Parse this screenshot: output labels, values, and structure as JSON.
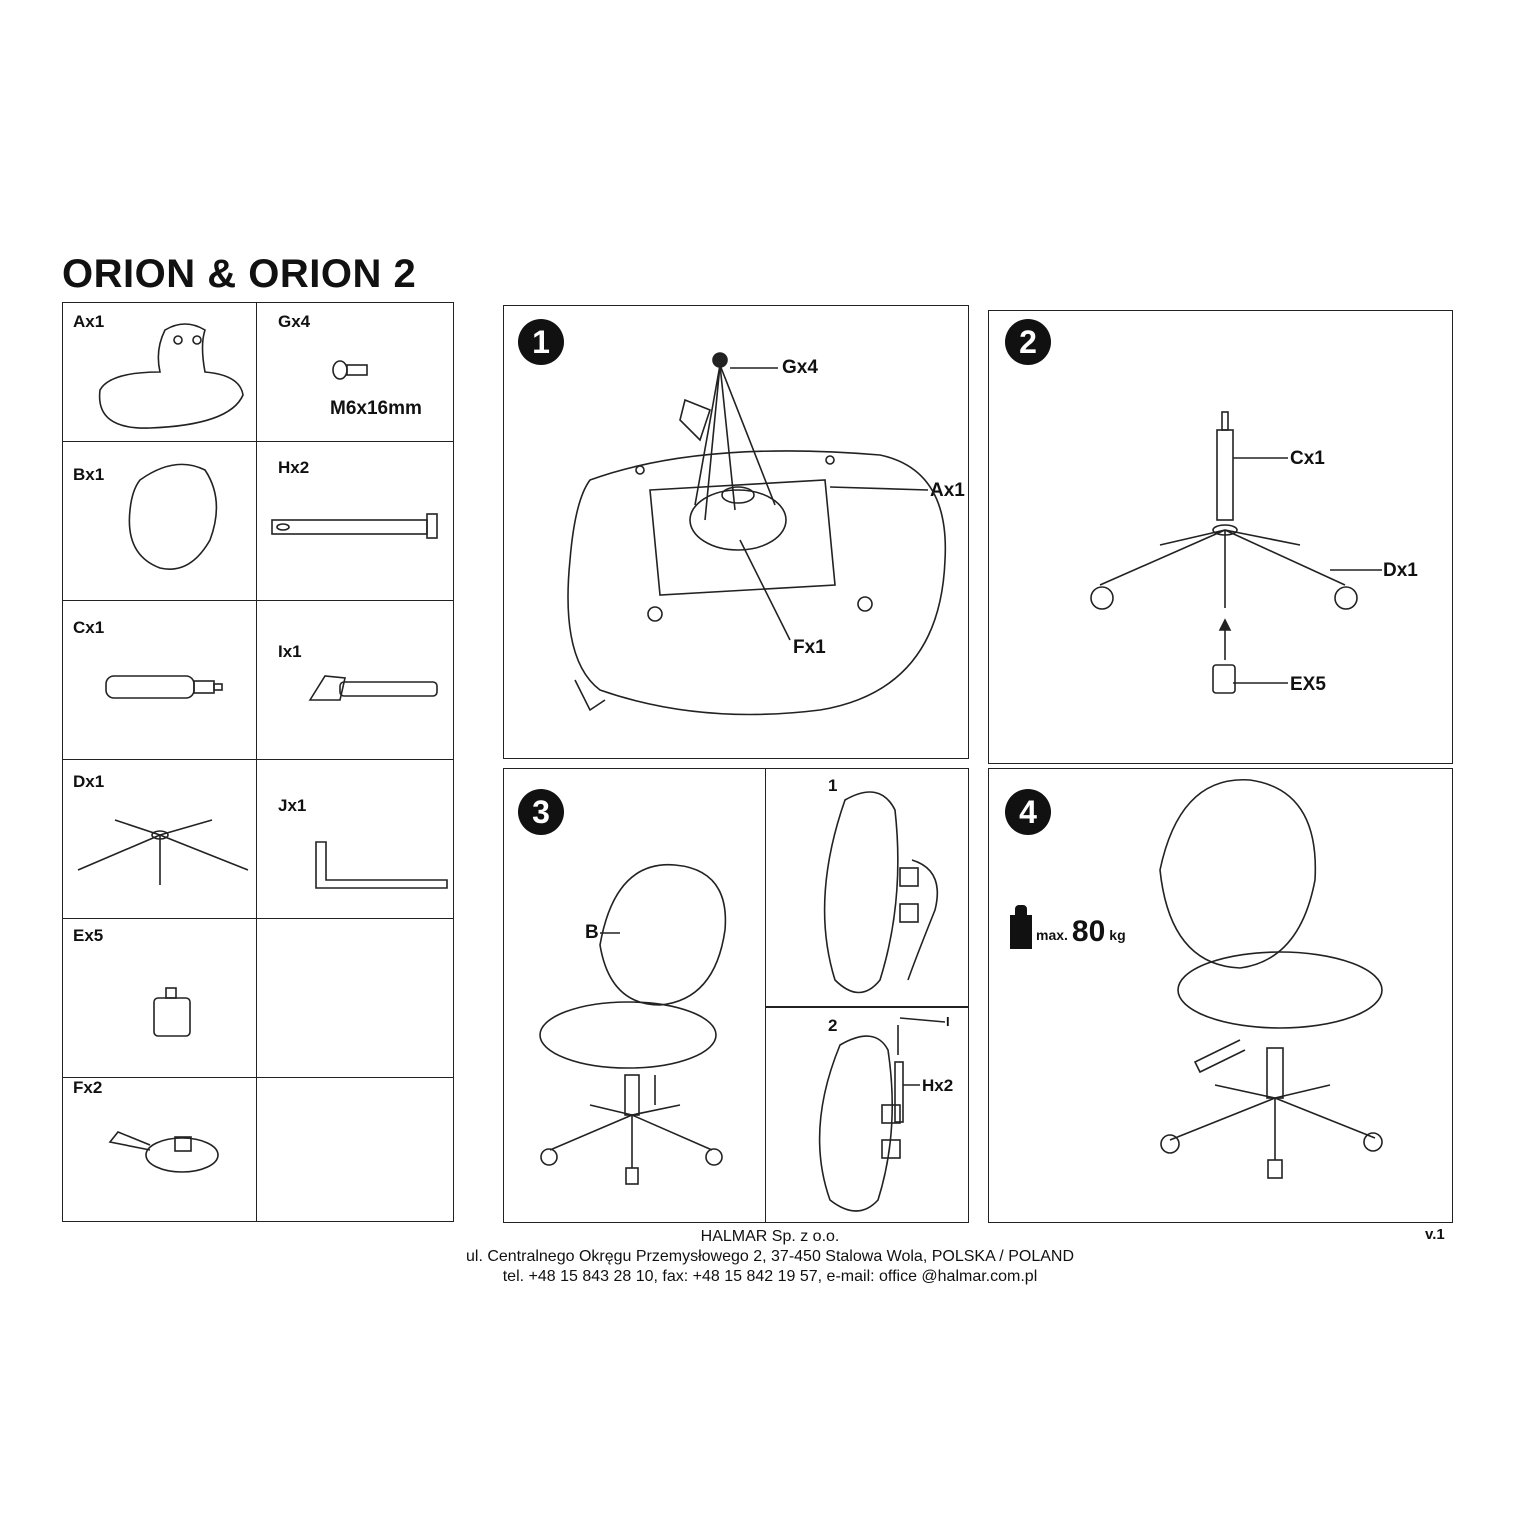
{
  "title": "ORION & ORION 2",
  "parts": [
    {
      "label": "Ax1"
    },
    {
      "label": "Gx4",
      "spec": "M6x16mm"
    },
    {
      "label": "Bx1"
    },
    {
      "label": "Hx2"
    },
    {
      "label": "Cx1"
    },
    {
      "label": "Ix1"
    },
    {
      "label": "Dx1"
    },
    {
      "label": "Jx1"
    },
    {
      "label": "Ex5"
    },
    {
      "label": "Fx2"
    }
  ],
  "steps": [
    {
      "number": "1",
      "callouts": [
        "Gx4",
        "Ax1",
        "Fx1"
      ]
    },
    {
      "number": "2",
      "callouts": [
        "Cx1",
        "Dx1",
        "EX5"
      ]
    },
    {
      "number": "3",
      "callouts": [
        "B"
      ],
      "substeps": [
        {
          "number": "1"
        },
        {
          "number": "2",
          "callouts": [
            "I",
            "Hx2"
          ]
        }
      ]
    },
    {
      "number": "4",
      "max_load": {
        "prefix": "max.",
        "value": "80",
        "unit": "kg"
      }
    }
  ],
  "footer": {
    "company": "HALMAR Sp. z o.o.",
    "address": "ul. Centralnego Okręgu Przemysłowego 2, 37-450 Stalowa Wola, POLSKA / POLAND",
    "contact": "tel. +48 15 843 28 10, fax: +48 15 842 19 57, e-mail: office @halmar.com.pl",
    "version": "v.1"
  }
}
